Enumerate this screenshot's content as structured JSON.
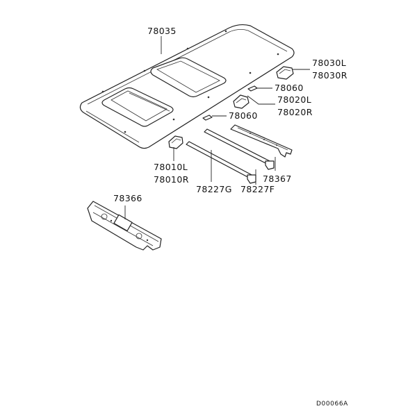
{
  "callouts": {
    "roof_panel": "78035",
    "rear_bracket_l": "78030L",
    "rear_bracket_r": "78030R",
    "clip_upper": "78060",
    "mid_bracket_l": "78020L",
    "mid_bracket_r": "78020R",
    "clip_lower": "78060",
    "front_bracket_l": "78010L",
    "front_bracket_r": "78010R",
    "rail_g": "78227G",
    "rail_f": "78227F",
    "rear_bow": "78367",
    "front_header": "78366"
  },
  "diagram_code": "D00066A"
}
